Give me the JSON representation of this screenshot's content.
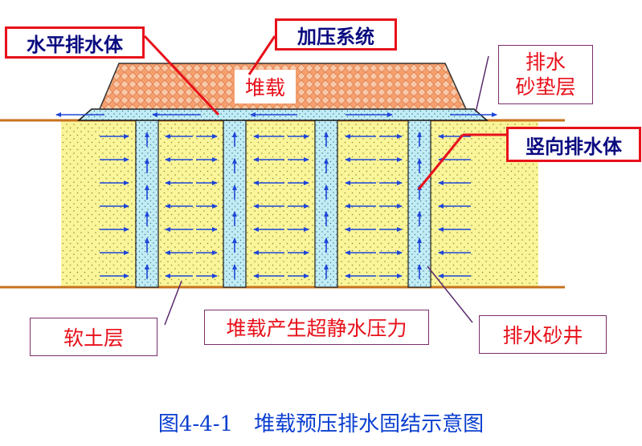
{
  "labels": {
    "horizontal_drain": "水平排水体",
    "loading_system": "加压系统",
    "surcharge": "堆载",
    "sand_cushion": "排水\n砂垫层",
    "vertical_drain": "竖向排水体",
    "soft_soil": "软土层",
    "pore_pressure": "堆载产生超静水压力",
    "sand_well": "排水砂井"
  },
  "caption": "图4-4-1　堆载预压排水固结示意图",
  "colors": {
    "accent_red": "#e8101a",
    "label_navy": "#0a0a80",
    "caption_blue": "#0a3fd0",
    "soil_fill": "#fbf59a",
    "drain_fill": "#c2ecf5",
    "surcharge_fill": "#f5a06e",
    "arrow_blue": "#1e46d8",
    "ground_line": "#c7721e",
    "leader_purple": "#5b2a6e"
  }
}
